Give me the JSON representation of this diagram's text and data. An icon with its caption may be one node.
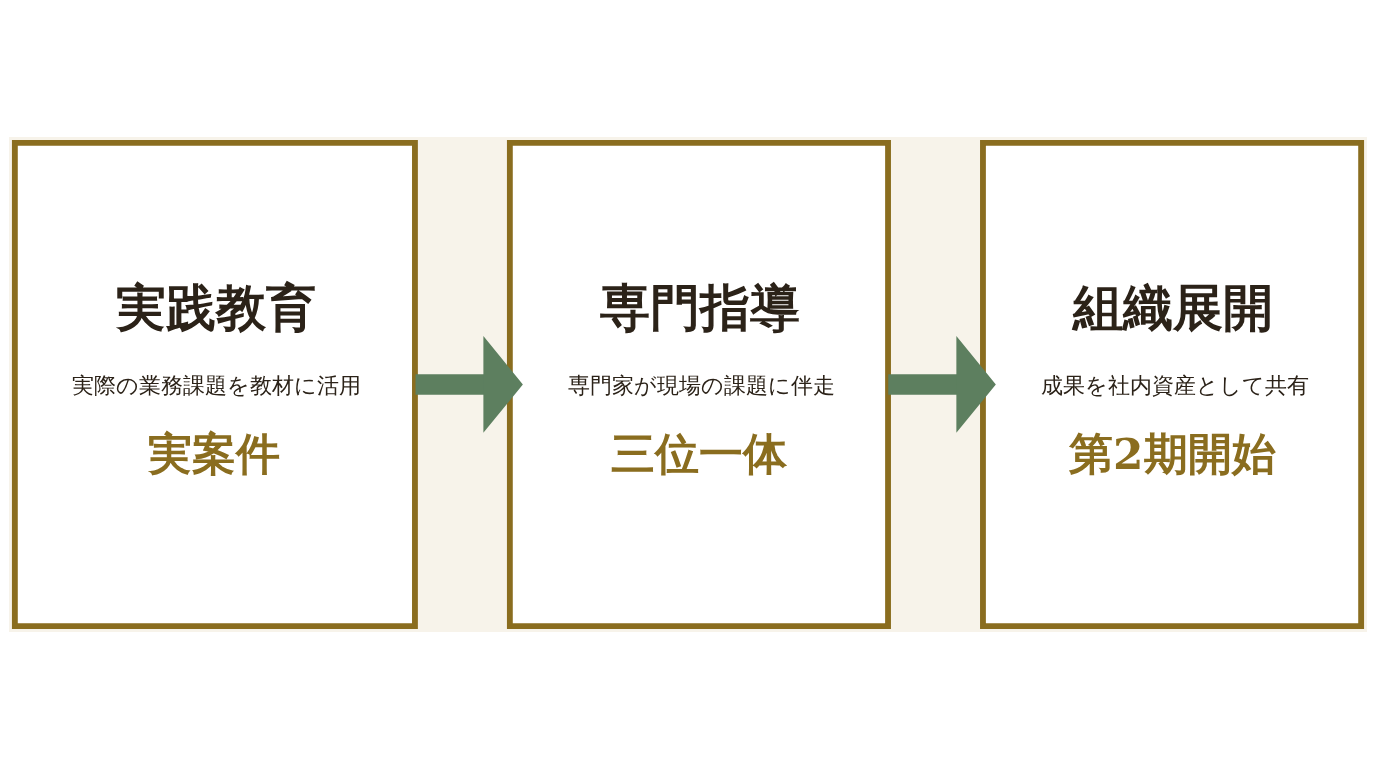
{
  "diagram": {
    "nodes": [
      {
        "text": [
          "実践教育",
          "実際の業務課題を教材に活用",
          "実案件"
        ]
      },
      {
        "text": [
          "専門指導",
          "専門家が現場の課題に伴走",
          "三位一体"
        ]
      },
      {
        "text": [
          "組織展開",
          "成果を社内資産として共有",
          "第2期開始"
        ]
      }
    ],
    "edges": [
      {
        "from": 0,
        "to": 1,
        "arrow": "to"
      },
      {
        "from": 1,
        "to": 2,
        "arrow": "to"
      }
    ]
  }
}
